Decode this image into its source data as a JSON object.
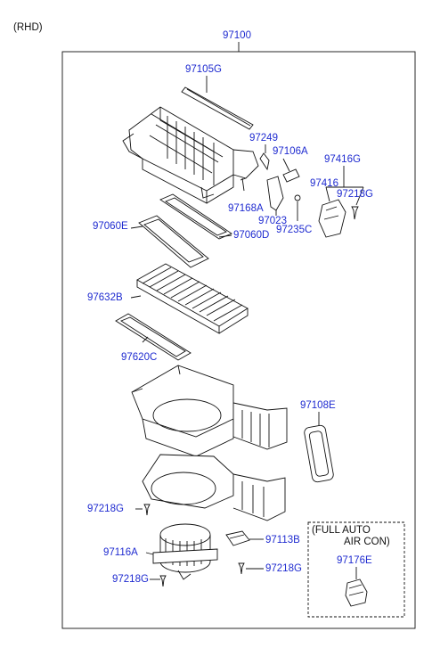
{
  "header": {
    "variant": "(RHD)",
    "assembly_number": "97100"
  },
  "parts": {
    "p97105G": "97105G",
    "p97249": "97249",
    "p97106A": "97106A",
    "p97416G": "97416G",
    "p97416": "97416",
    "p97218G_top": "97218G",
    "p97168A": "97168A",
    "p97023": "97023",
    "p97235C": "97235C",
    "p97060E": "97060E",
    "p97060D": "97060D",
    "p97632B": "97632B",
    "p97620C": "97620C",
    "p97108E": "97108E",
    "p97218G_left": "97218G",
    "p97113B": "97113B",
    "p97116A": "97116A",
    "p97218G_right": "97218G",
    "p97218G_bottom": "97218G"
  },
  "inset": {
    "line1": "(FULL AUTO",
    "line2": "AIR CON)",
    "part": "97176E"
  },
  "colors": {
    "label": "#1f2bd0",
    "line": "#111111"
  }
}
